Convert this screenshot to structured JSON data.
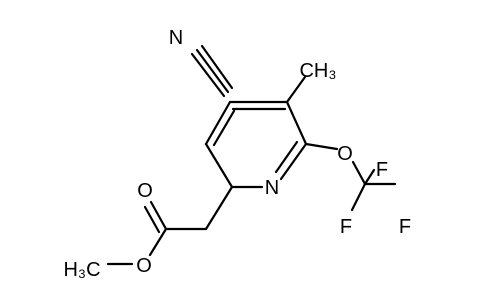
{
  "molecule": {
    "atoms": {
      "N_nitrile": {
        "text": "N",
        "color": "#3333ff"
      },
      "CH3_methyl": {
        "text": "CH3"
      },
      "O_ether": {
        "text": "O",
        "color": "#ff0000"
      },
      "N_ring": {
        "text": "N",
        "color": "#3333ff"
      },
      "F_top": {
        "text": "F",
        "color": "#33bb33"
      },
      "F_left": {
        "text": "F",
        "color": "#33bb33"
      },
      "F_right": {
        "text": "F",
        "color": "#33bb33"
      },
      "O_carbonyl": {
        "text": "O",
        "color": "#ff0000"
      },
      "O_ester": {
        "text": "O",
        "color": "#ff0000"
      },
      "H3C_methoxy": {
        "text": "H3C"
      }
    }
  }
}
